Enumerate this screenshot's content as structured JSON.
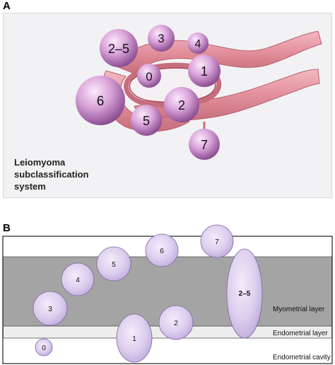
{
  "panel_a": {
    "letter": "A",
    "caption_lines": [
      "Leiomyoma",
      "subclassification",
      "system"
    ],
    "fibroid_labels": {
      "f25": "2–5",
      "f3": "3",
      "f4": "4",
      "f0": "0",
      "f1": "1",
      "f6": "6",
      "f2": "2",
      "f5": "5",
      "f7": "7"
    }
  },
  "panel_b": {
    "letter": "B",
    "layer_labels": {
      "myometrial": "Myometrial layer",
      "endometrial": "Endometrial layer",
      "cavity": "Endometrial cavity"
    },
    "fibroid_labels": {
      "f0": "0",
      "f1": "1",
      "f2": "2",
      "f3": "3",
      "f4": "4",
      "f5": "5",
      "f6": "6",
      "f7": "7",
      "f25": "2–5"
    }
  },
  "colors": {
    "fibroid_pink": "#c98fc9",
    "fibroid_lavender": "#d8c8ec",
    "uterus_pink": "#e9a2ae",
    "myometrium_gray": "#a3a3a3",
    "endometrium_light": "#ececec"
  }
}
